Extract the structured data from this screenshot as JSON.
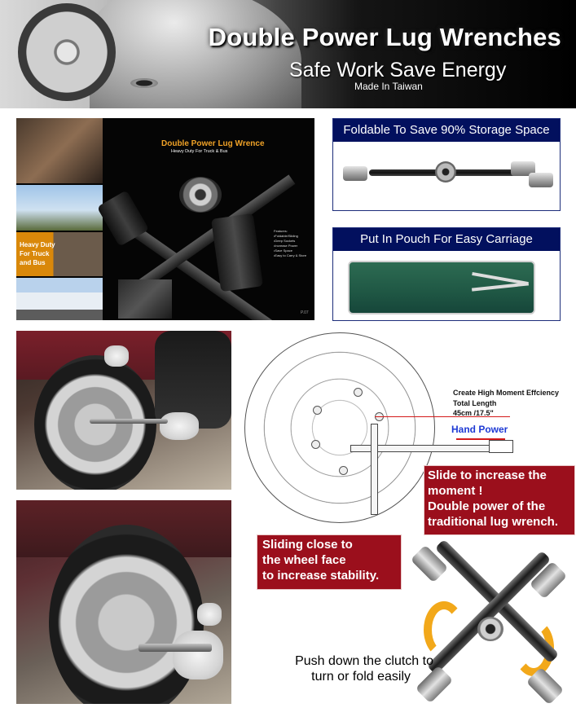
{
  "banner": {
    "title": "Double Power Lug Wrenches",
    "subtitle": "Safe Work Save Energy",
    "made_in": "Made In Taiwan"
  },
  "poster": {
    "title": "Double Power Lug Wrence",
    "subtitle": "Heavy Duty For Truck & Bus",
    "side_caption": [
      "Heavy Duty",
      "For Truck",
      "and Bus"
    ],
    "features": [
      "Features:",
      "•Foldable/Sliding",
      "•Deep Sockets",
      "•Increase Power",
      "•Save Space",
      "•Easy to Carry & Store"
    ],
    "page": "P.07"
  },
  "panels": {
    "storage_heading": "Foldable To Save 90% Storage Space",
    "pouch_heading": "Put In Pouch For Easy Carriage"
  },
  "diagram": {
    "efficiency": "Create High Moment Effciency",
    "total_length": "Total Length",
    "length_value": "45cm /17.5\"",
    "hand_power": "Hand Power"
  },
  "callouts": {
    "slide": [
      "Slide to increase the",
      "moment !",
      "Double power of the",
      "traditional lug wrench."
    ],
    "sliding_close": [
      "Sliding close to",
      "the wheel face",
      "to increase stability."
    ]
  },
  "clutch": [
    "Push down the clutch to",
    "turn or fold easily"
  ],
  "colors": {
    "panel_header": "#02105e",
    "callout_red": "#9b0f1c",
    "hand_power_blue": "#1e3ad4",
    "arrow_orange": "#f2a81a"
  }
}
